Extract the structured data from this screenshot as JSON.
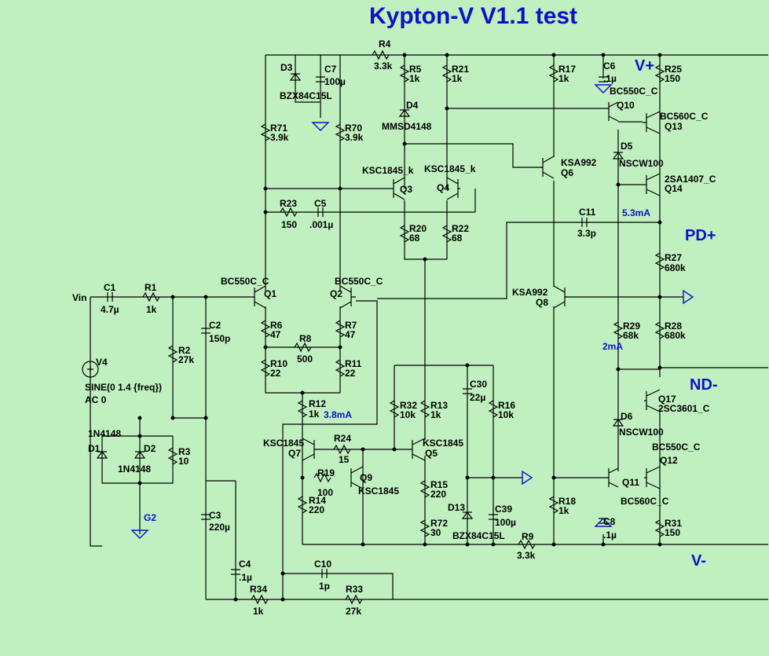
{
  "title": "Kypton-V V1.1 test",
  "nets": {
    "vplus": "V+",
    "vminus": "V-",
    "pdplus": "PD+",
    "ndminus": "ND-",
    "g2": "G2",
    "vin": "Vin"
  },
  "annotations": {
    "i1": "5.3mA",
    "i2": "2mA",
    "i3": "3.8mA"
  },
  "parts": {
    "r4": [
      "R4",
      "3.3k"
    ],
    "r5": [
      "R5",
      "1k"
    ],
    "r21": [
      "R21",
      "1k"
    ],
    "r17": [
      "R17",
      "1k"
    ],
    "c6": [
      "C6",
      ".1µ"
    ],
    "r25": [
      "R25",
      "150"
    ],
    "d3": [
      "D3",
      "BZX84C15L"
    ],
    "c7": [
      "C7",
      "100µ"
    ],
    "d4": [
      "D4",
      "MMSD4148"
    ],
    "r71": [
      "R71",
      "3.9k"
    ],
    "r70": [
      "R70",
      "3.9k"
    ],
    "q3": [
      "KSC1845_k",
      "Q3"
    ],
    "q4": [
      "KSC1845_k",
      "Q4"
    ],
    "q6": [
      "KSA992",
      "Q6"
    ],
    "q10": [
      "BC550C_C",
      "Q10"
    ],
    "q13": [
      "BC560C_C",
      "Q13"
    ],
    "d5": [
      "D5",
      "NSCW100"
    ],
    "q14": [
      "2SA1407_C",
      "Q14"
    ],
    "r23": [
      "R23",
      "150"
    ],
    "c5": [
      "C5",
      ".001µ"
    ],
    "r20": [
      "R20",
      "68"
    ],
    "r22": [
      "R22",
      "68"
    ],
    "c11": [
      "C11",
      "3.3p"
    ],
    "r27": [
      "R27",
      "680k"
    ],
    "c1": [
      "C1",
      "4.7µ"
    ],
    "r1": [
      "R1",
      "1k"
    ],
    "q1": [
      "BC550C_C",
      "Q1"
    ],
    "q2": [
      "BC550C_C",
      "Q2"
    ],
    "q8": [
      "KSA992",
      "Q8"
    ],
    "c2": [
      "C2",
      "150p"
    ],
    "r6": [
      "R6",
      "47"
    ],
    "r7": [
      "R7",
      "47"
    ],
    "r8": [
      "R8",
      "500"
    ],
    "r29": [
      "R29",
      "68k"
    ],
    "r28": [
      "R28",
      "680k"
    ],
    "r2": [
      "R2",
      "27k"
    ],
    "v4": [
      "V4",
      "SINE(0 1.4 {freq})",
      "AC 0"
    ],
    "r10": [
      "R10",
      "22"
    ],
    "r11": [
      "R11",
      "22"
    ],
    "c30": [
      "C30",
      "22µ"
    ],
    "r12": [
      "R12",
      "1k"
    ],
    "r32": [
      "R32",
      "10k"
    ],
    "r13": [
      "R13",
      "1k"
    ],
    "r16": [
      "R16",
      "10k"
    ],
    "q17": [
      "Q17",
      "2SC3601_C"
    ],
    "d6": [
      "D6",
      "NSCW100"
    ],
    "d1": [
      "1N4148",
      "D1"
    ],
    "d2": [
      "D2",
      "1N4148"
    ],
    "r3": [
      "R3",
      "10"
    ],
    "q7": [
      "KSC1845",
      "Q7"
    ],
    "r24": [
      "R24",
      "15"
    ],
    "q5": [
      "KSC1845",
      "Q5"
    ],
    "q9": [
      "Q9",
      "KSC1845"
    ],
    "r19": [
      "R19",
      "100"
    ],
    "r14": [
      "R14",
      "220"
    ],
    "r15": [
      "R15",
      "220"
    ],
    "q12": [
      "BC550C_C",
      "Q12"
    ],
    "q11": [
      "Q11",
      "BC560C_C"
    ],
    "r18": [
      "R18",
      "1k"
    ],
    "d13": [
      "D13",
      "BZX84C15L"
    ],
    "c39": [
      "C39",
      "100µ"
    ],
    "c8": [
      "C8",
      ".1µ"
    ],
    "r31": [
      "R31",
      "150"
    ],
    "r72": [
      "R72",
      "30"
    ],
    "c3": [
      "C3",
      "220µ"
    ],
    "r9": [
      "R9",
      "3.3k"
    ],
    "c4": [
      "C4",
      ".1µ"
    ],
    "c10": [
      "C10",
      "1p"
    ],
    "r34": [
      "R34",
      "1k"
    ],
    "r33": [
      "R33",
      "27k"
    ]
  }
}
